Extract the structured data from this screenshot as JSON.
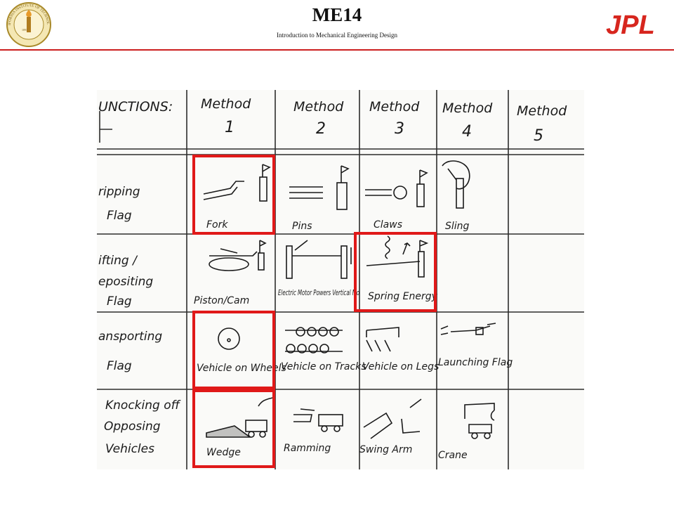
{
  "header": {
    "title": "ME14",
    "subtitle": "Introduction to Mechanical Engineering Design",
    "seal_text": "CALIFORNIA INSTITUTE OF TECHNOLOGY",
    "seal_year": "1891",
    "logo_text": "JPL",
    "logo_color": "#d7261e"
  },
  "matrix": {
    "functions_label": "UNCTIONS:",
    "methods": [
      {
        "label": "Method",
        "num": "1"
      },
      {
        "label": "Method",
        "num": "2"
      },
      {
        "label": "Method",
        "num": "3"
      },
      {
        "label": "Method",
        "num": "4"
      },
      {
        "label": "Method",
        "num": "5"
      }
    ],
    "rows": [
      {
        "function": [
          "ripping",
          "Flag"
        ],
        "cells": [
          "Fork",
          "Pins",
          "Claws",
          "Sling",
          ""
        ]
      },
      {
        "function": [
          "ifting /",
          "epositing",
          "Flag"
        ],
        "cells": [
          "Piston/Cam",
          "Electric Motor Powers Vertical Mo",
          "Spring Energy",
          "",
          ""
        ]
      },
      {
        "function": [
          "ansporting",
          "Flag"
        ],
        "cells": [
          "Vehicle on Wheels",
          "Vehicle on Tracks",
          "Vehicle on Legs",
          "Launching Flag",
          ""
        ]
      },
      {
        "function": [
          "Knocking off",
          "Opposing",
          "Vehicles"
        ],
        "cells": [
          "Wedge",
          "Ramming",
          "Swing Arm",
          "Crane",
          ""
        ]
      }
    ],
    "selected_color": "#e01919"
  }
}
